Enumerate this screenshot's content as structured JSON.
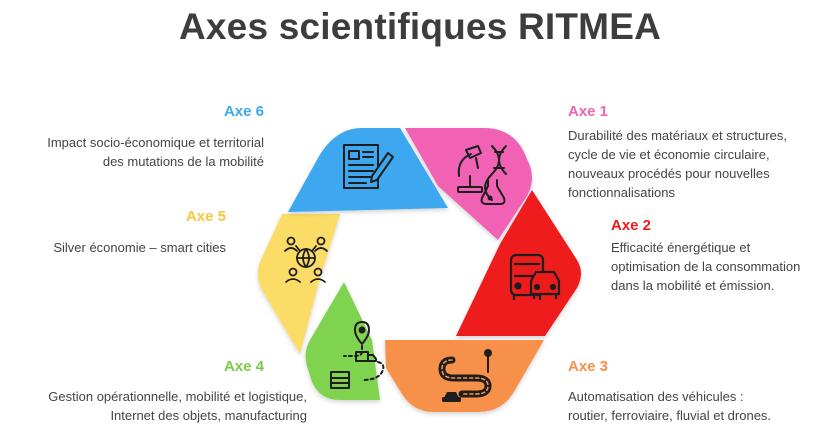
{
  "title": "Axes scientifiques RITMEA",
  "colors": {
    "axe1": "#f262b4",
    "axe2": "#ee1b1b",
    "axe3": "#f7914a",
    "axe4": "#80d34f",
    "axe5": "#fbdc66",
    "axe6": "#3ca8f0"
  },
  "axes": [
    {
      "id": "axe1",
      "label": "Axe 1",
      "lines": [
        "Durabilité des matériaux et  structures,",
        "cycle de vie et économie circulaire,",
        "nouveaux procédés pour nouvelles",
        "fonctionnalisations"
      ],
      "icon": "lab-dna-icon"
    },
    {
      "id": "axe2",
      "label": "Axe 2",
      "lines": [
        "Efficacité énergétique et",
        "optimisation de la consommation",
        "dans la mobilité et émission."
      ],
      "icon": "bus-car-icon"
    },
    {
      "id": "axe3",
      "label": "Axe 3",
      "lines": [
        "Automatisation des véhicules :",
        "routier, ferroviaire, fluvial et drones."
      ],
      "icon": "road-route-icon"
    },
    {
      "id": "axe4",
      "label": "Axe 4",
      "lines": [
        "Gestion opérationnelle, mobilité et logistique,",
        "Internet des objets, manufacturing"
      ],
      "icon": "logistics-truck-icon"
    },
    {
      "id": "axe5",
      "label": "Axe 5",
      "lines": [
        "Silver économie – smart cities"
      ],
      "icon": "people-network-icon"
    },
    {
      "id": "axe6",
      "label": "Axe 6",
      "lines": [
        "Impact socio-économique et territorial",
        "des mutations de la mobilité"
      ],
      "icon": "document-edit-icon"
    }
  ]
}
